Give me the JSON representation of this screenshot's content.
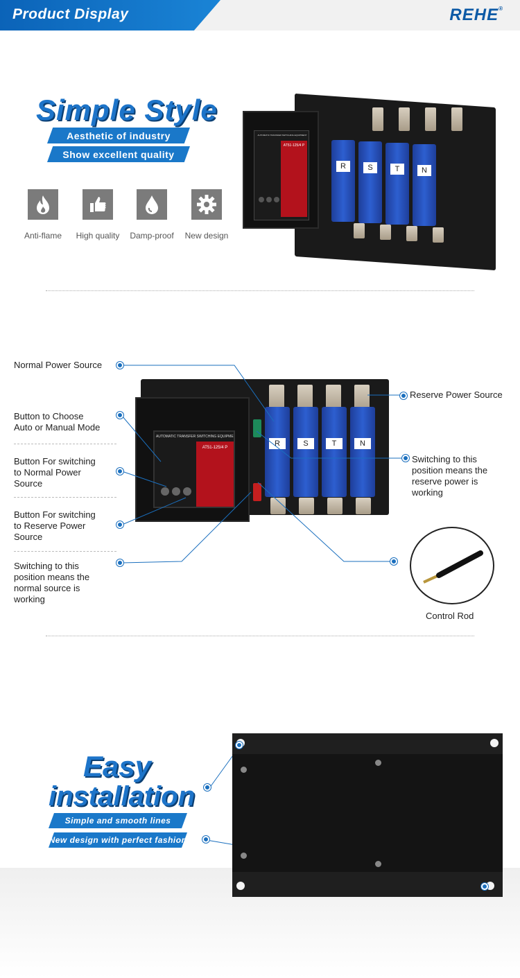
{
  "header": {
    "title": "Product Display",
    "brand": "REHE",
    "brand_mark": "®"
  },
  "section1": {
    "title": "Simple Style",
    "ribbons": [
      "Aesthetic of industry",
      "Show excellent quality"
    ],
    "features": [
      {
        "label": "Anti-flame",
        "icon": "flame-icon"
      },
      {
        "label": "High quality",
        "icon": "thumbs-up-icon"
      },
      {
        "label": "Damp-proof",
        "icon": "droplet-icon"
      },
      {
        "label": "New design",
        "icon": "gear-icon"
      }
    ],
    "device": {
      "model": "AT51-125/4 P",
      "panel_title": "AUTOMATIC TRANSFER SWITCHING EQUIPMENT",
      "poles": [
        "R",
        "S",
        "T",
        "N"
      ]
    }
  },
  "section2": {
    "device": {
      "model": "AT51-125/4 P",
      "panel_title": "AUTOMATIC TRANSFER SWITCHING EQUIPMENT",
      "poles": [
        "R",
        "S",
        "T",
        "N"
      ]
    },
    "labels": {
      "normal_power_source": "Normal Power Source",
      "reserve_power_source": "Reserve Power Source",
      "auto_manual_1": "Button to Choose",
      "auto_manual_2": "Auto or Manual Mode",
      "switch_normal_1": "Button For switching",
      "switch_normal_2": "to Normal Power",
      "switch_normal_3": "Source",
      "switch_reserve_1": "Button For switching",
      "switch_reserve_2": "to Reserve Power",
      "switch_reserve_3": "Source",
      "normal_working_1": "Switching to this",
      "normal_working_2": "position means the",
      "normal_working_3": "normal source is",
      "normal_working_4": "working",
      "reserve_working_1": "Switching to this",
      "reserve_working_2": "position means the",
      "reserve_working_3": "reserve power is",
      "reserve_working_4": "working",
      "control_rod": "Control Rod"
    }
  },
  "section3": {
    "title_1": "Easy",
    "title_2": "installation",
    "ribbons": [
      "Simple and smooth lines",
      "New design with perfect fashion"
    ]
  },
  "colors": {
    "brand_blue": "#1a78c9",
    "pole_blue": "#2d5fd0",
    "panel_red": "#b3121c"
  }
}
